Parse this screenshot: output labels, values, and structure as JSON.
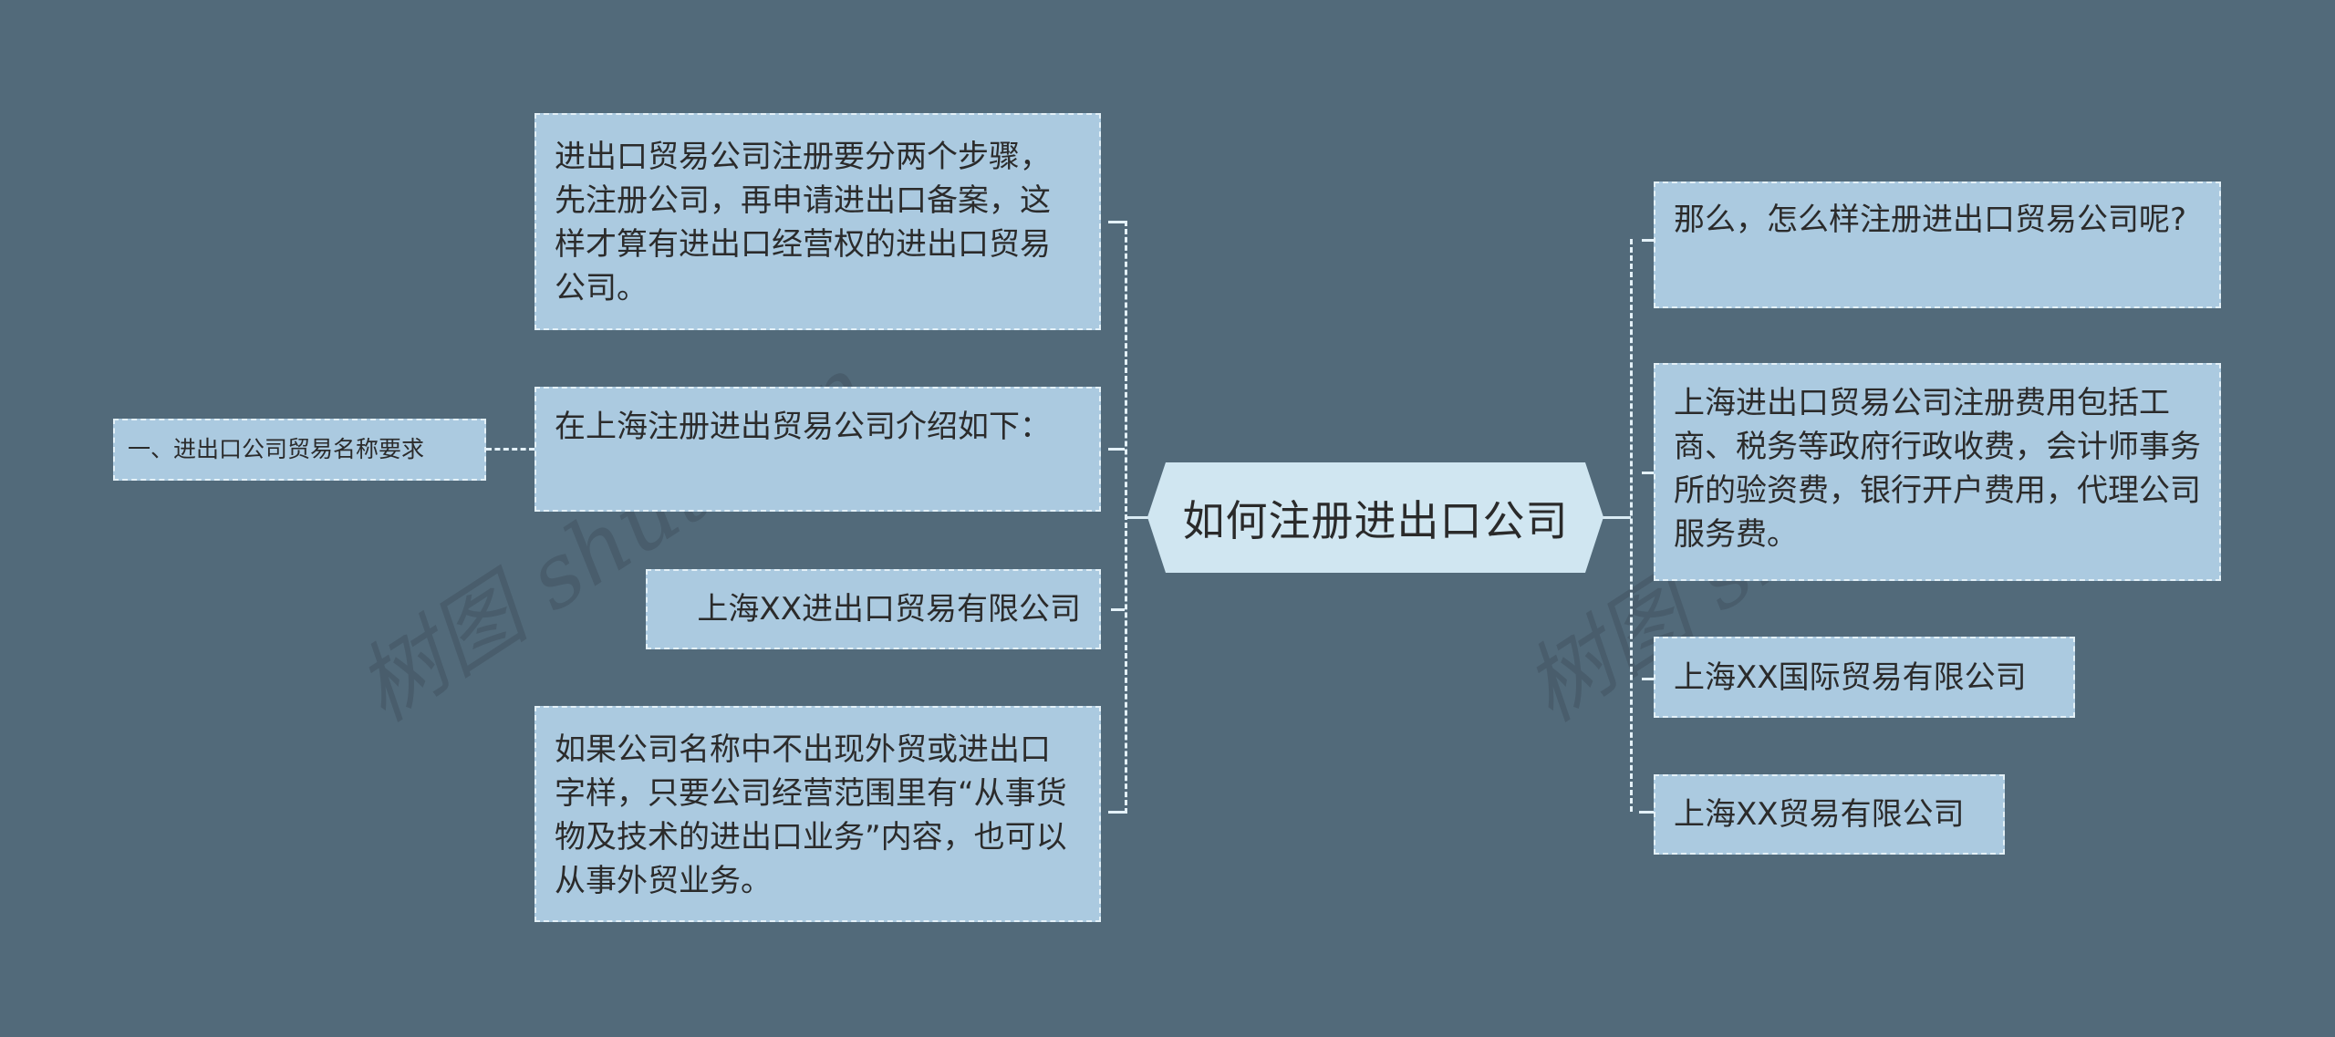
{
  "diagram": {
    "type": "mind-map",
    "colors": {
      "background": "#526a7a",
      "node_fill": "#abcae0",
      "center_fill": "#d0e6f1",
      "connector": "#e4f1f8",
      "text": "#2b2b2b"
    },
    "root": {
      "label": "如何注册进出口公司"
    },
    "left_branches": [
      {
        "label": "进出口贸易公司注册要分两个步骤，先注册公司，再申请进出口备案，这样才算有进出口经营权的进出口贸易公司。"
      },
      {
        "label": "在上海注册进出贸易公司介绍如下：",
        "children": [
          {
            "label": "一、进出口公司贸易名称要求"
          }
        ]
      },
      {
        "label": "上海XX进出口贸易有限公司"
      },
      {
        "label": "如果公司名称中不出现外贸或进出口字样，只要公司经营范围里有“从事货物及技术的进出口业务”内容，也可以从事外贸业务。"
      }
    ],
    "right_branches": [
      {
        "label": "那么，怎么样注册进出口贸易公司呢?"
      },
      {
        "label": "上海进出口贸易公司注册费用包括工商、税务等政府行政收费，会计师事务所的验资费，银行开户费用，代理公司服务费。"
      },
      {
        "label": "上海XX国际贸易有限公司"
      },
      {
        "label": "上海XX贸易有限公司"
      }
    ]
  },
  "watermarks": [
    {
      "text": "树图 shutu.cn"
    },
    {
      "text": "树图 shutu.cn"
    }
  ]
}
